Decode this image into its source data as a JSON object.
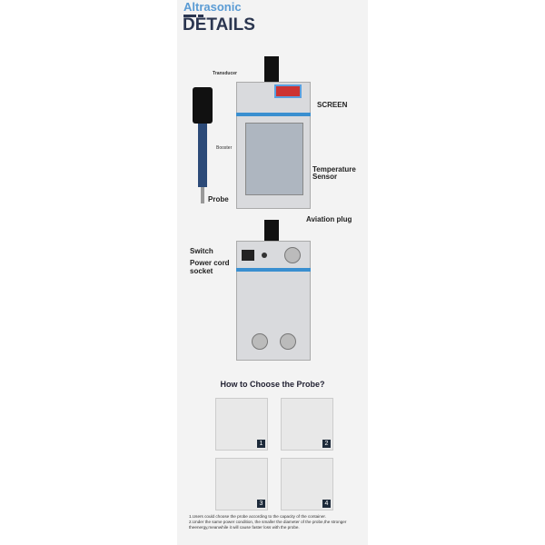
{
  "brand": "Altrasonic",
  "title": "DETAILS",
  "labels": {
    "transducer": "Transducer",
    "screen": "SCREEN",
    "booster": "Booster",
    "temperature_sensor": "Temperature Sensor",
    "probe": "Probe",
    "aviation_plug": "Aviation plug",
    "switch": "Switch",
    "power_cord_socket": "Power cord socket"
  },
  "probe_section": {
    "title": "How to Choose the Probe?",
    "photos": [
      "1",
      "2",
      "3",
      "4"
    ]
  },
  "notes": [
    "1.Users could choose the probe according to the capacity of the container.",
    "2.Under the same power condition, the smaller the diameter of the probe,the stronger theenergy,meanwhile it will cause faster loss with the probe."
  ]
}
